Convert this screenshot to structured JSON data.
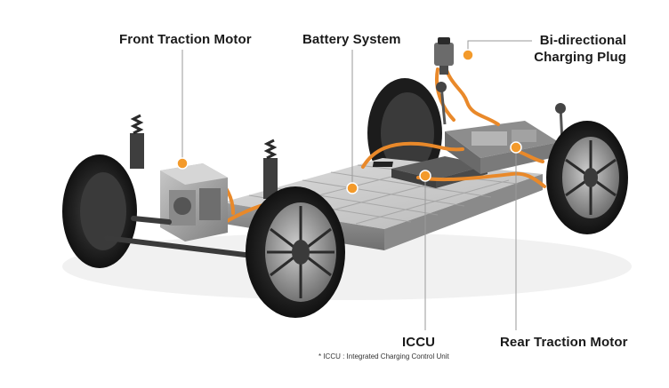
{
  "labels": {
    "front_motor": "Front Traction Motor",
    "battery": "Battery System",
    "charging_line1": "Bi-directional",
    "charging_line2": "Charging Plug",
    "iccu": "ICCU",
    "rear_motor": "Rear Traction Motor"
  },
  "footnote": "* ICCU : Integrated Charging Control Unit",
  "colors": {
    "accent": "#f39a2b",
    "leader_line": "#9a9a9a",
    "label_text": "#1a1a1a"
  }
}
